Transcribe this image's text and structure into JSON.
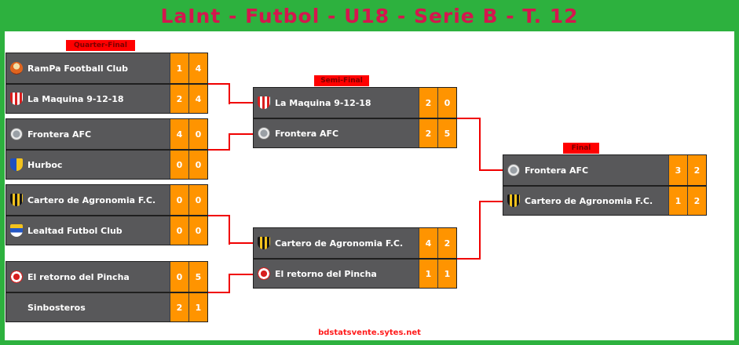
{
  "header": {
    "title": "LaInt - Futbol - U18 - Serie B - T. 12"
  },
  "rounds": {
    "quarter": {
      "label": "Quarter-Final",
      "matches": [
        {
          "home": {
            "name": "RamPa Football Club",
            "score1": "1",
            "score2": "4"
          },
          "away": {
            "name": "La Maquina 9-12-18",
            "score1": "2",
            "score2": "4"
          }
        },
        {
          "home": {
            "name": "Frontera AFC",
            "score1": "4",
            "score2": "0"
          },
          "away": {
            "name": "Hurboc",
            "score1": "0",
            "score2": "0"
          }
        },
        {
          "home": {
            "name": "Cartero de Agronomia F.C.",
            "score1": "0",
            "score2": "0"
          },
          "away": {
            "name": "Lealtad Futbol Club",
            "score1": "0",
            "score2": "0"
          }
        },
        {
          "home": {
            "name": "El retorno del Pincha",
            "score1": "0",
            "score2": "5"
          },
          "away": {
            "name": "Sinbosteros",
            "score1": "2",
            "score2": "1"
          }
        }
      ]
    },
    "semi": {
      "label": "Semi-Final",
      "matches": [
        {
          "home": {
            "name": "La Maquina 9-12-18",
            "score1": "2",
            "score2": "0"
          },
          "away": {
            "name": "Frontera AFC",
            "score1": "2",
            "score2": "5"
          }
        },
        {
          "home": {
            "name": "Cartero de Agronomia F.C.",
            "score1": "4",
            "score2": "2"
          },
          "away": {
            "name": "El retorno del Pincha",
            "score1": "1",
            "score2": "1"
          }
        }
      ]
    },
    "final": {
      "label": "Final",
      "matches": [
        {
          "home": {
            "name": "Frontera AFC",
            "score1": "3",
            "score2": "2"
          },
          "away": {
            "name": "Cartero de Agronomia F.C.",
            "score1": "1",
            "score2": "2"
          }
        }
      ]
    }
  },
  "footer": {
    "watermark": "bdstatsvente.sytes.net"
  },
  "colors": {
    "header_bg": "#2db13e",
    "header_text": "#d4164e",
    "label_bg": "#ff0000",
    "row_bg": "#58585a",
    "score_bg": "#ff9400",
    "connector": "#f00000"
  }
}
